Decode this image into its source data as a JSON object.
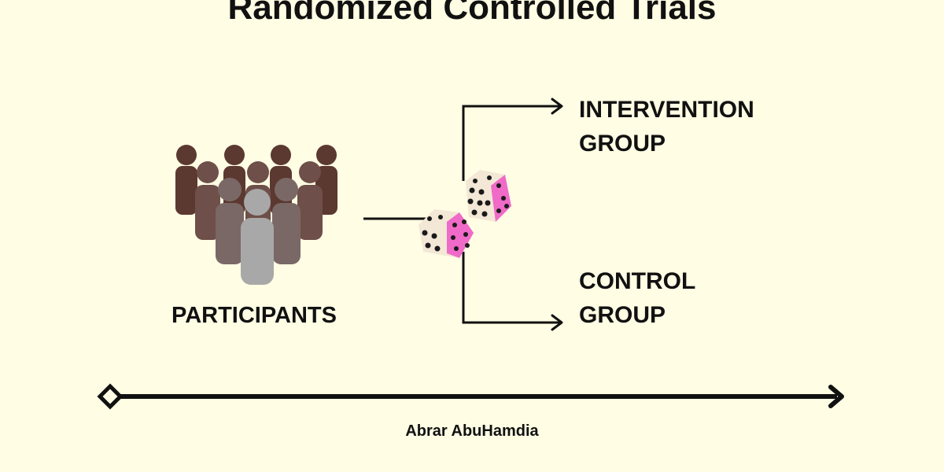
{
  "title": "Randomized Controlled Trials",
  "participants": {
    "label": "PARTICIPANTS",
    "icon": "people-group-icon",
    "colors": [
      "#5b3830",
      "#6e4f49",
      "#7a6866",
      "#a8a8a8"
    ]
  },
  "groups": {
    "intervention": {
      "line1": "INTERVENTION",
      "line2": "GROUP"
    },
    "control": {
      "line1": "CONTROL",
      "line2": "GROUP"
    }
  },
  "randomizer": {
    "icon": "dice-icon",
    "face_color": "#f3e7d6",
    "side_color": "#f06ac8"
  },
  "timeline": {
    "start_icon": "diamond-icon",
    "end_icon": "arrowhead-icon"
  },
  "author": "Abrar AbuHamdia"
}
